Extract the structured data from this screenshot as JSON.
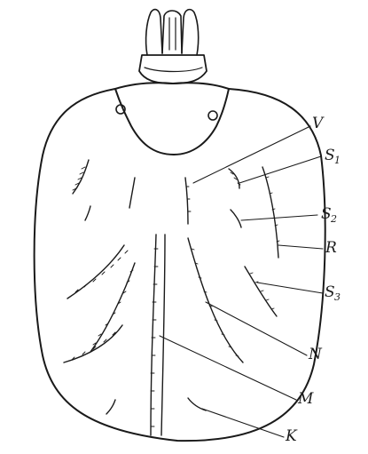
{
  "figure": {
    "labels": {
      "V": "V",
      "S1": "S",
      "S1_sub": "1",
      "S2": "S",
      "S2_sub": "2",
      "R": "R",
      "S3": "S",
      "S3_sub": "3",
      "N": "N",
      "M": "M",
      "K": "K"
    }
  }
}
